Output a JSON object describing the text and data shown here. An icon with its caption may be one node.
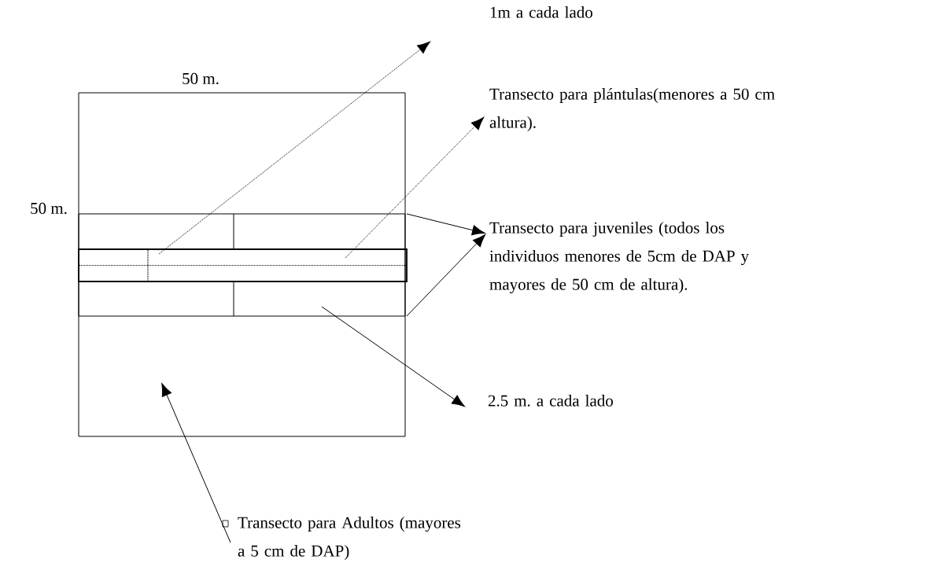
{
  "diagram": {
    "nodes": [
      {
        "text": [],
        "shape": "box"
      },
      {
        "text": [],
        "shape": "box",
        "in": 0
      },
      {
        "text": [],
        "shape": "box",
        "in": 1
      },
      {
        "text": [
          "1m a cada lado"
        ]
      },
      {
        "text": [
          "Transecto para plántulas(menores a 50 cm altura)."
        ]
      },
      {
        "text": [
          "Transecto para juveniles (todos los individuos menores de 5cm de DAP y mayores de 50 cm de altura)."
        ]
      },
      {
        "text": [
          "2.5 m. a cada lado"
        ]
      },
      {
        "text": [
          "Transecto para Adultos (mayores a 5 cm de DAP)"
        ]
      }
    ],
    "edges": [
      {
        "from": 2,
        "to": 3,
        "arrow": "to",
        "style": "dashed"
      },
      {
        "from": 2,
        "to": 4,
        "arrow": "to",
        "style": "dashed"
      },
      {
        "from": 1,
        "to": 5,
        "arrow": "to"
      },
      {
        "from": 1,
        "to": 5,
        "arrow": "to"
      },
      {
        "from": 1,
        "to": 6,
        "arrow": "to"
      },
      {
        "from": 7,
        "to": null,
        "arrow": "to"
      }
    ],
    "labels": [
      "50 m.",
      "50 m."
    ]
  }
}
